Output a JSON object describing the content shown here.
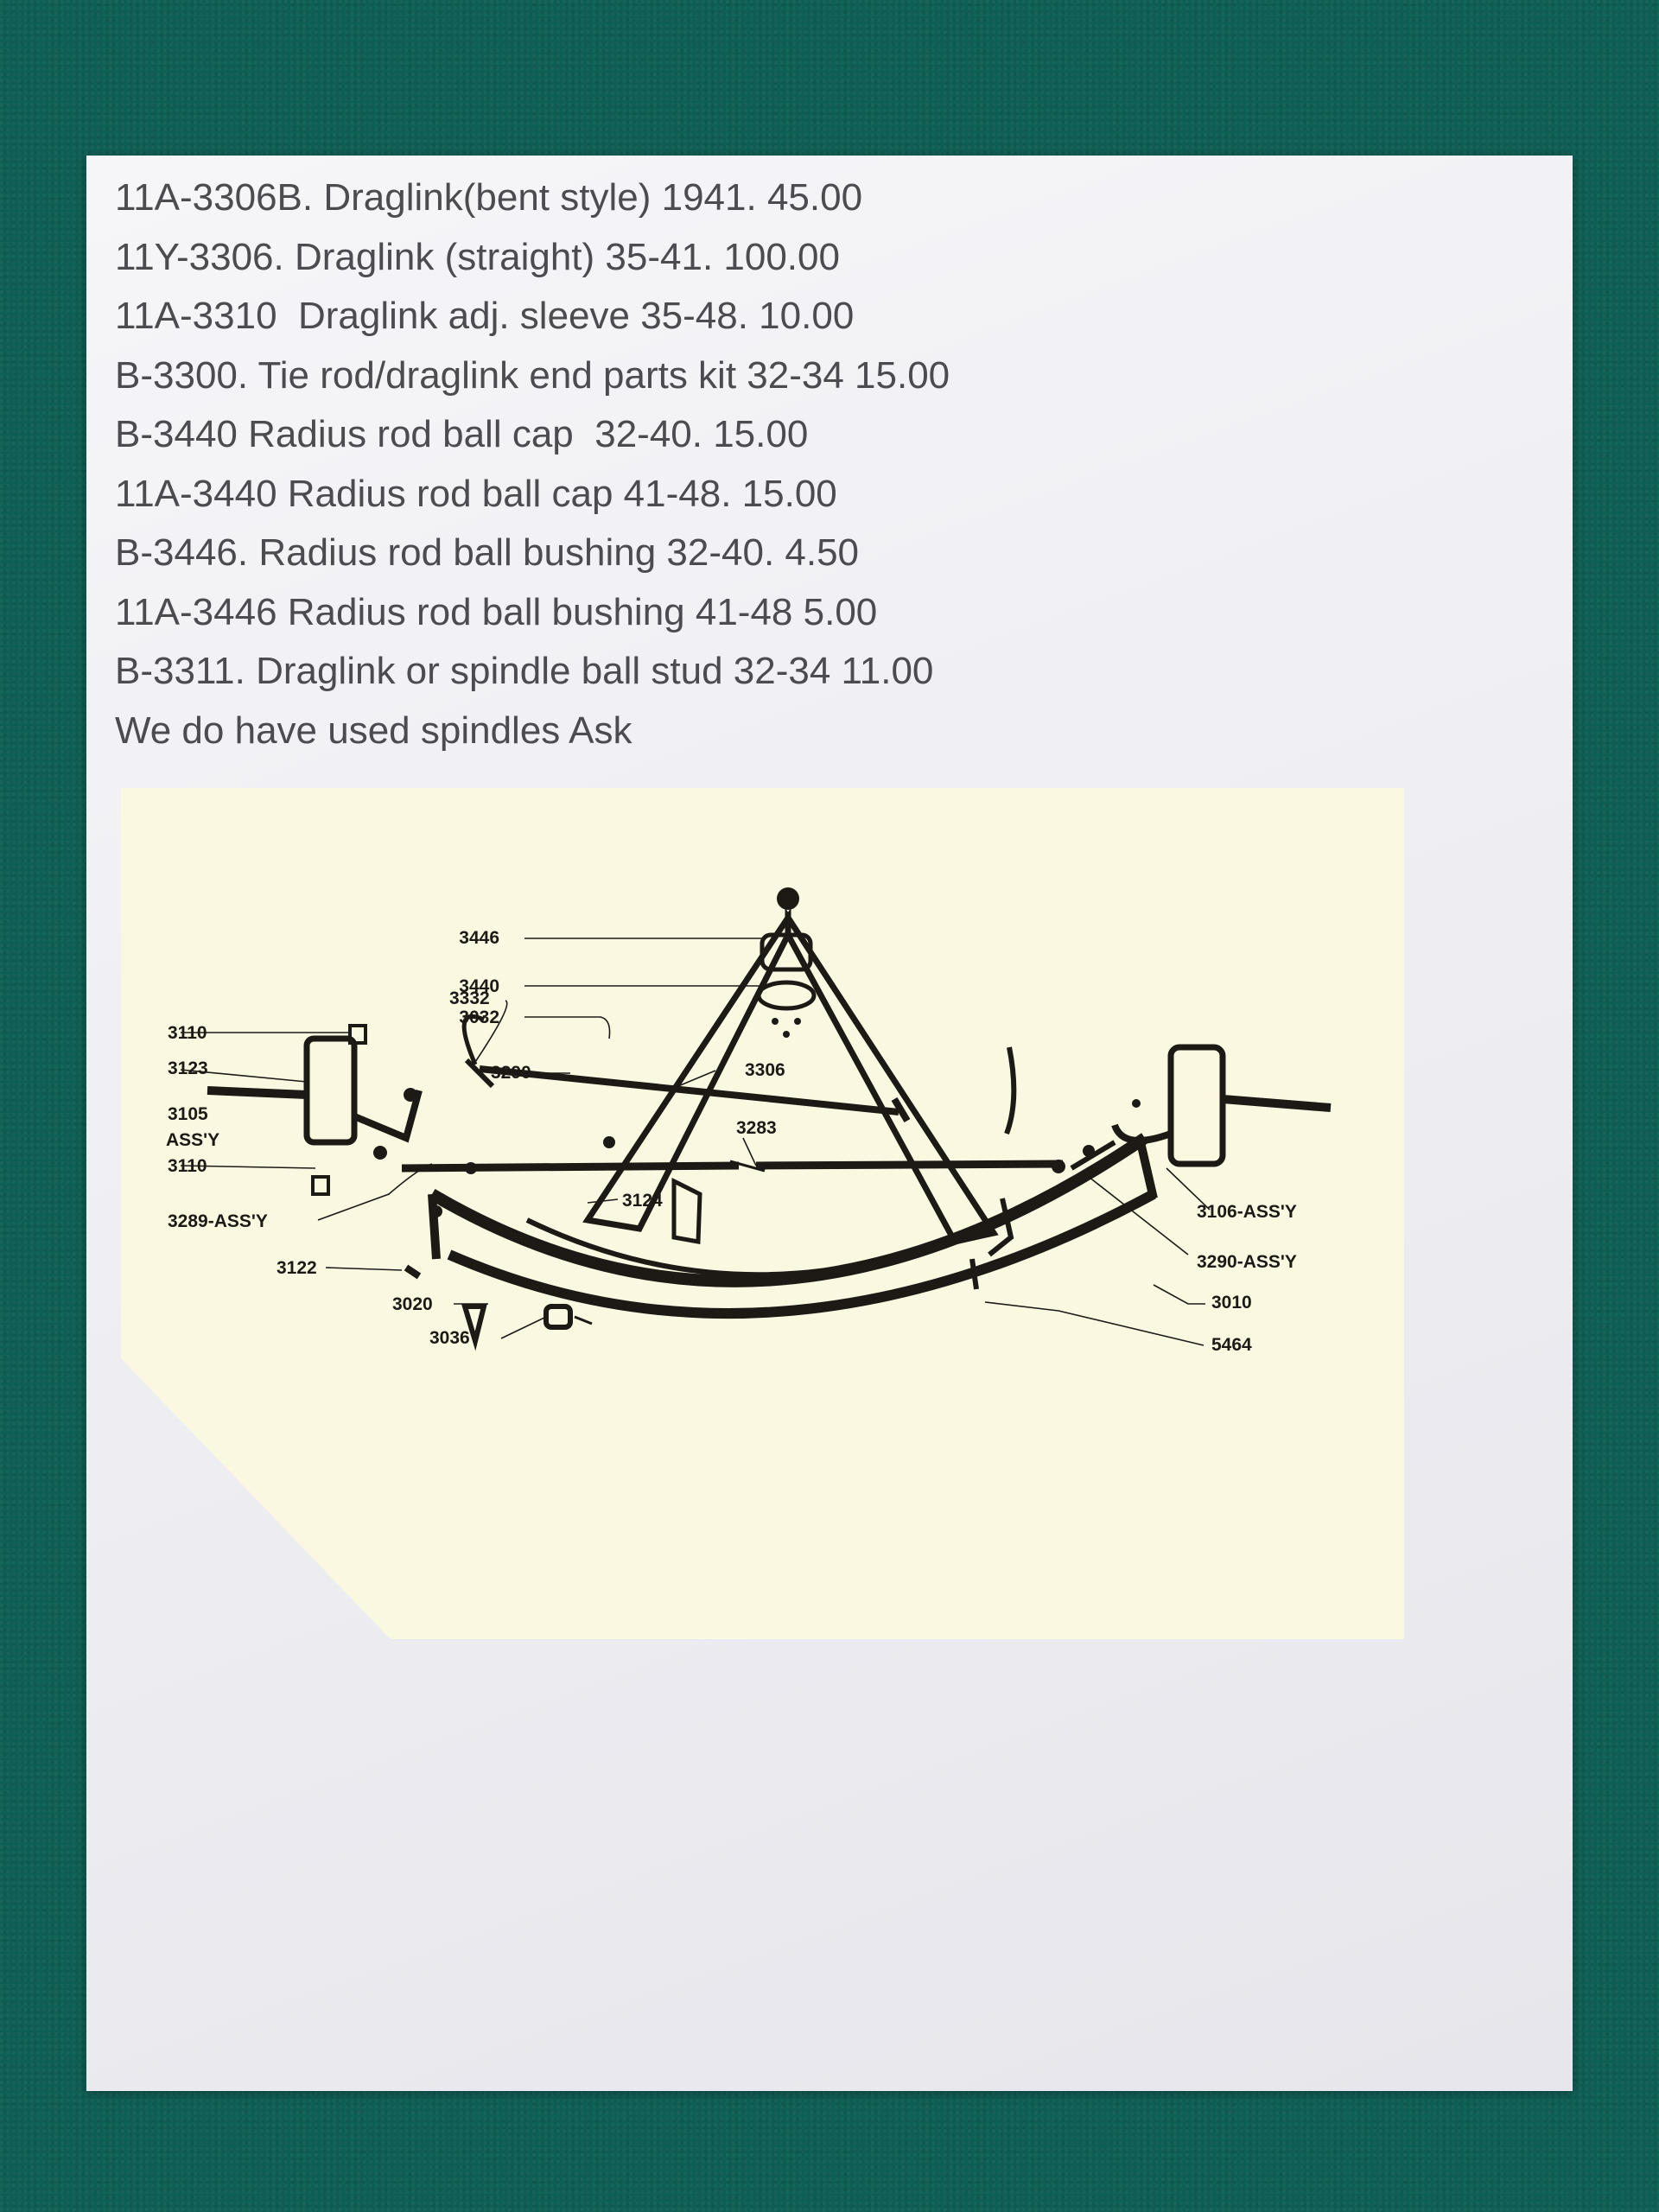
{
  "price_list": {
    "lines": [
      "11A-3306B. Draglink(bent style) 1941. 45.00",
      "11Y-3306. Draglink (straight) 35-41. 100.00",
      "11A-3310  Draglink adj. sleeve 35-48. 10.00",
      "B-3300. Tie rod/draglink end parts kit 32-34 15.00",
      "B-3440 Radius rod ball cap  32-40. 15.00",
      "11A-3440 Radius rod ball cap 41-48. 15.00",
      "B-3446. Radius rod ball bushing 32-40. 4.50",
      "11A-3446 Radius rod ball bushing 41-48 5.00",
      "B-3311. Draglink or spindle ball stud 32-34 11.00",
      "We do have used spindles Ask"
    ]
  },
  "diagram": {
    "labels": {
      "l3446": "3446",
      "l3440": "3440",
      "l3332": "3332",
      "l3032": "3032",
      "l3110a": "3110",
      "l3123": "3123",
      "l3290a": "3290",
      "l3306": "3306",
      "l3105": "3105",
      "lassy": "ASS'Y",
      "l3283": "3283",
      "l3110b": "3110",
      "l3124": "3124",
      "l3289": "3289-ASS'Y",
      "l3106": "3106-ASS'Y",
      "l3122": "3122",
      "l3290b": "3290-ASS'Y",
      "l3020": "3020",
      "l3010": "3010",
      "l3036": "3036",
      "l5464": "5464"
    }
  }
}
